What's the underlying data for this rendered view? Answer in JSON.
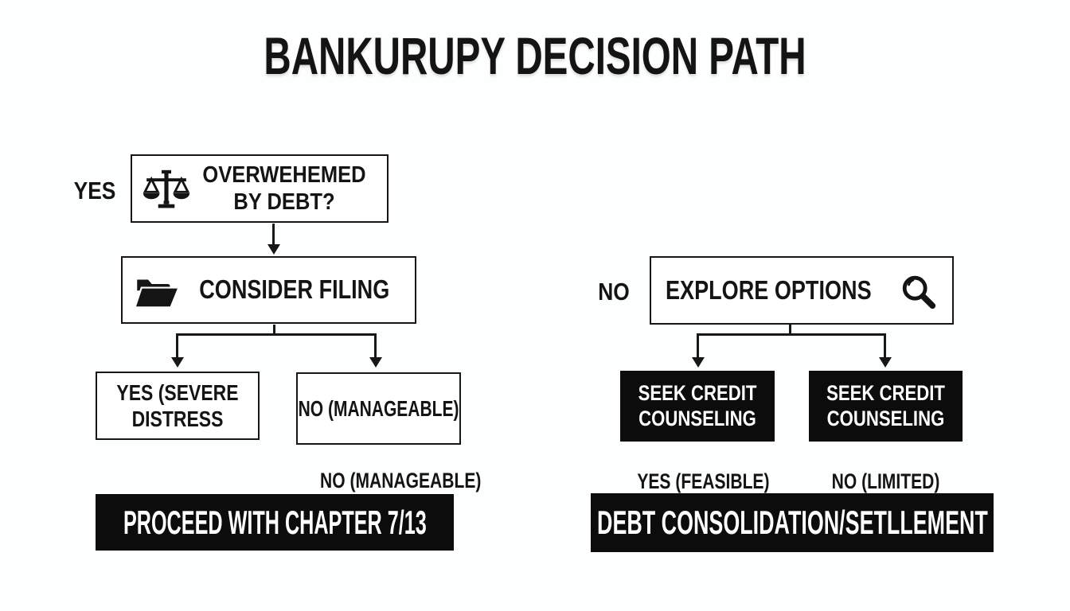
{
  "title": "BANKURUPY DECISION PATH",
  "colors": {
    "background": "#fdfefe",
    "ink": "#141414",
    "node_fill": "#ffffff",
    "node_border": "#161616",
    "outcome_fill": "#0c0c0c",
    "outcome_text": "#ffffff"
  },
  "left_branch": {
    "branch_label": "YES",
    "question_node": {
      "label": "OVERWEHEMED BY DEBT?",
      "icon": "scales-of-justice-icon"
    },
    "action_node": {
      "label": "CONSIDER FILING",
      "icon": "open-folder-icon"
    },
    "options": [
      {
        "label": "YES (SEVERE DISTRESS"
      },
      {
        "label": "NO (MANAGEABLE)"
      }
    ],
    "outcome_caption": "NO (MANAGEABLE)",
    "outcome_node": {
      "label": "PROCEED WITH CHAPTER 7/13"
    }
  },
  "right_branch": {
    "branch_label": "NO",
    "action_node": {
      "label": "EXPLORE OPTIONS",
      "icon": "magnifier-icon"
    },
    "options": [
      {
        "label": "SEEK CREDIT COUNSELING"
      },
      {
        "label": "SEEK CREDIT COUNSELING"
      }
    ],
    "outcome_captions": [
      "YES (FEASIBLE)",
      "NO (LIMITED)"
    ],
    "outcome_node": {
      "label": "DEBT CONSOLIDATION/SETLLEMENT"
    }
  }
}
